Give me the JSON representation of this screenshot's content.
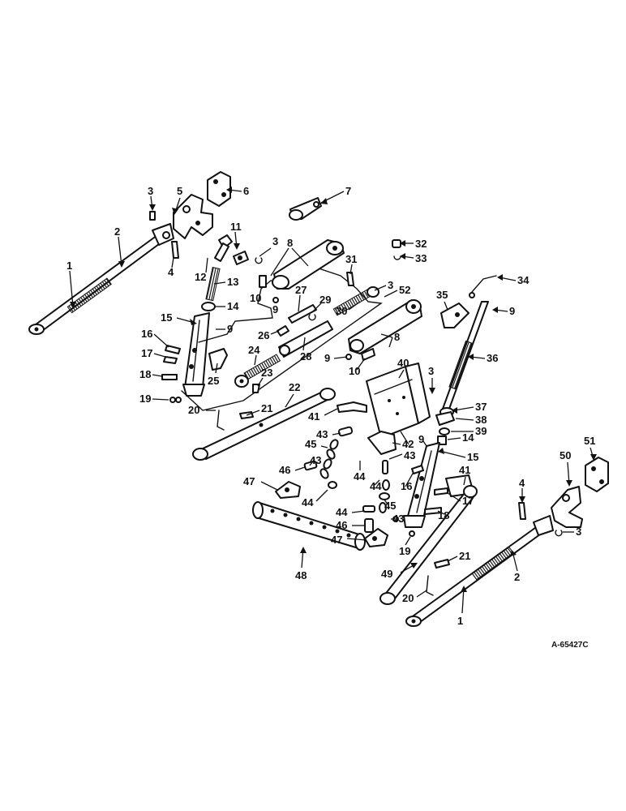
{
  "drawing_ref": "A-65427C",
  "callouts": [
    "1",
    "2",
    "3",
    "4",
    "5",
    "6",
    "7",
    "8",
    "9",
    "10",
    "11",
    "12",
    "13",
    "14",
    "15",
    "16",
    "17",
    "18",
    "19",
    "20",
    "21",
    "22",
    "23",
    "24",
    "25",
    "26",
    "27",
    "28",
    "29",
    "30",
    "31",
    "32",
    "33",
    "34",
    "35",
    "36",
    "37",
    "38",
    "39",
    "40",
    "41",
    "42",
    "43",
    "44",
    "45",
    "46",
    "47",
    "48",
    "49",
    "50",
    "51",
    "52"
  ]
}
